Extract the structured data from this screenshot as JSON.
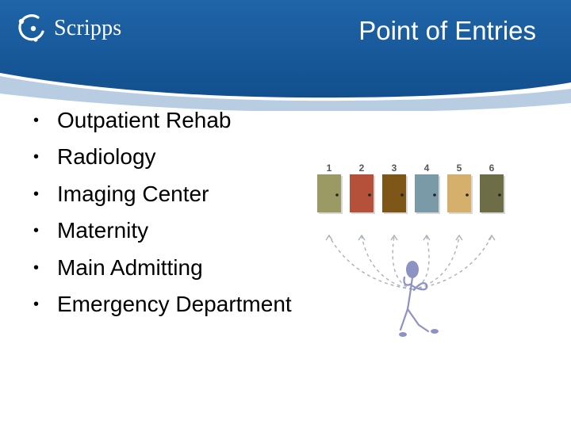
{
  "brand": {
    "name": "Scripps"
  },
  "slide": {
    "title": "Point of Entries",
    "bullet_symbol": "•",
    "bullets": [
      "Outpatient Rehab",
      "Radiology",
      "Imaging Center",
      "Maternity",
      "Main Admitting",
      "Emergency Department"
    ]
  },
  "illustration": {
    "door_numbers": [
      "1",
      "2",
      "3",
      "4",
      "5",
      "6"
    ],
    "door_colors": [
      "#9b9a64",
      "#b5513a",
      "#7e5718",
      "#7a9aa8",
      "#d4b06c",
      "#6d6d47"
    ]
  },
  "colors": {
    "header": "#1c5c9c",
    "header_dark": "#0f4a86",
    "swoosh": "#b9cde2"
  }
}
